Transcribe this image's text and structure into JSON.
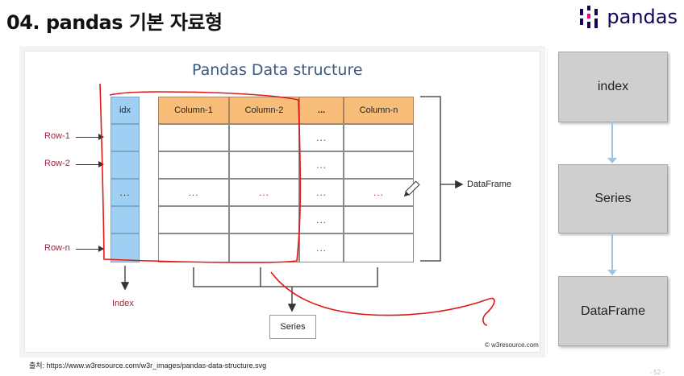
{
  "header": {
    "title": "04. pandas 기본 자료형",
    "logo_text": "pandas"
  },
  "diagram": {
    "title": "Pandas Data structure",
    "index_header": "idx",
    "index_ellipsis": "...",
    "column_headers": [
      "Column-1",
      "Column-2",
      "...",
      "Column-n"
    ],
    "row_labels": {
      "r1": "Row-1",
      "r2": "Row-2",
      "rn": "Row-n"
    },
    "ellipsis": "...",
    "index_label": "Index",
    "series_label": "Series",
    "dataframe_label": "DataFrame",
    "copyright": "© w3resource.com"
  },
  "hierarchy": [
    "index",
    "Series",
    "DataFrame"
  ],
  "footer": {
    "source": "출처: https://www.w3resource.com/w3r_images/pandas-data-structure.svg",
    "page": "- 52 -"
  },
  "colors": {
    "index_fill": "#9fd0f4",
    "header_fill": "#f8bd79",
    "annotation": "#e01818",
    "pandas_brand": "#150458",
    "pandas_accent": "#e70488"
  }
}
